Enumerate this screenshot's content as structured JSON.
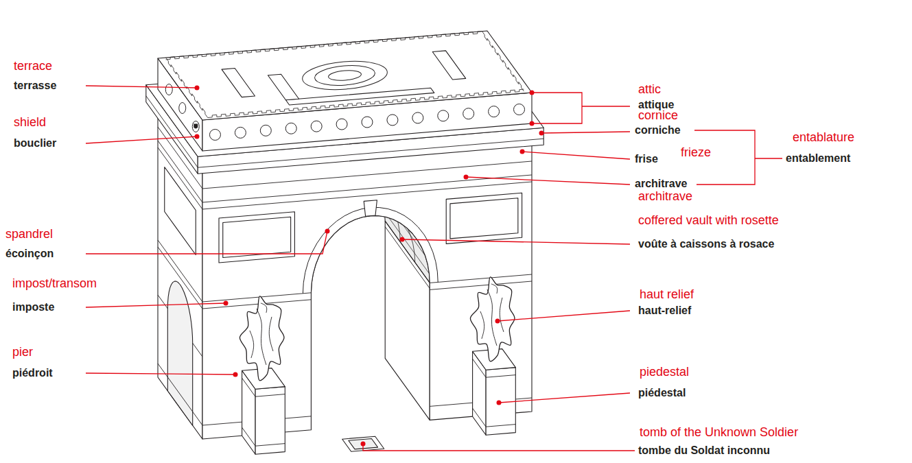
{
  "diagram": {
    "labels": [
      "terrace",
      "terrasse",
      "shield",
      "bouclier",
      "spandrel",
      "écoinçon",
      "impost/transom",
      "imposte",
      "pier",
      "piédroit",
      "attic",
      "attique",
      "cornice",
      "corniche",
      "frise",
      "frieze",
      "entablature",
      "entablement",
      "architrave",
      "architrave",
      "coffered vault with rosette",
      "voûte à caissons à rosace",
      "haut relief",
      "haut-relief",
      "piedestal",
      "piédestal",
      "tomb of the Unknown Soldier",
      "tombe du Soldat inconnu"
    ]
  }
}
